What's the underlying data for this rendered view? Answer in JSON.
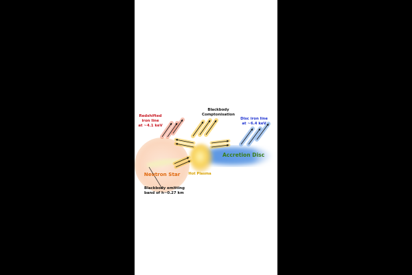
{
  "labels": {
    "redshifted": [
      "Redshifted",
      "iron line",
      "at ~4.1 keV"
    ],
    "blackbody_comp": [
      "Blackbody",
      "Comptonisation"
    ],
    "disc_iron": [
      "Disc iron line",
      "at ~6.4 keV"
    ],
    "neutron_star": "Neutron Star",
    "accretion_disc": "Accretion Disc",
    "hot_plasma": "Hot Plasma",
    "band": [
      "Blackbody emitting",
      "band of h~0.27 km"
    ]
  },
  "colors": {
    "background": "#000000",
    "panel": "#ffffff",
    "neutron_star": "#fbd7bf",
    "band": "#f4f0c0",
    "plasma": "#f6c22a",
    "disc": "#4f8fe0",
    "red_text": "#c8141e",
    "blue_text": "#1a2fd0",
    "star_text": "#e06a10",
    "disc_text": "#3a7d1a",
    "plasma_text": "#d9a100"
  }
}
